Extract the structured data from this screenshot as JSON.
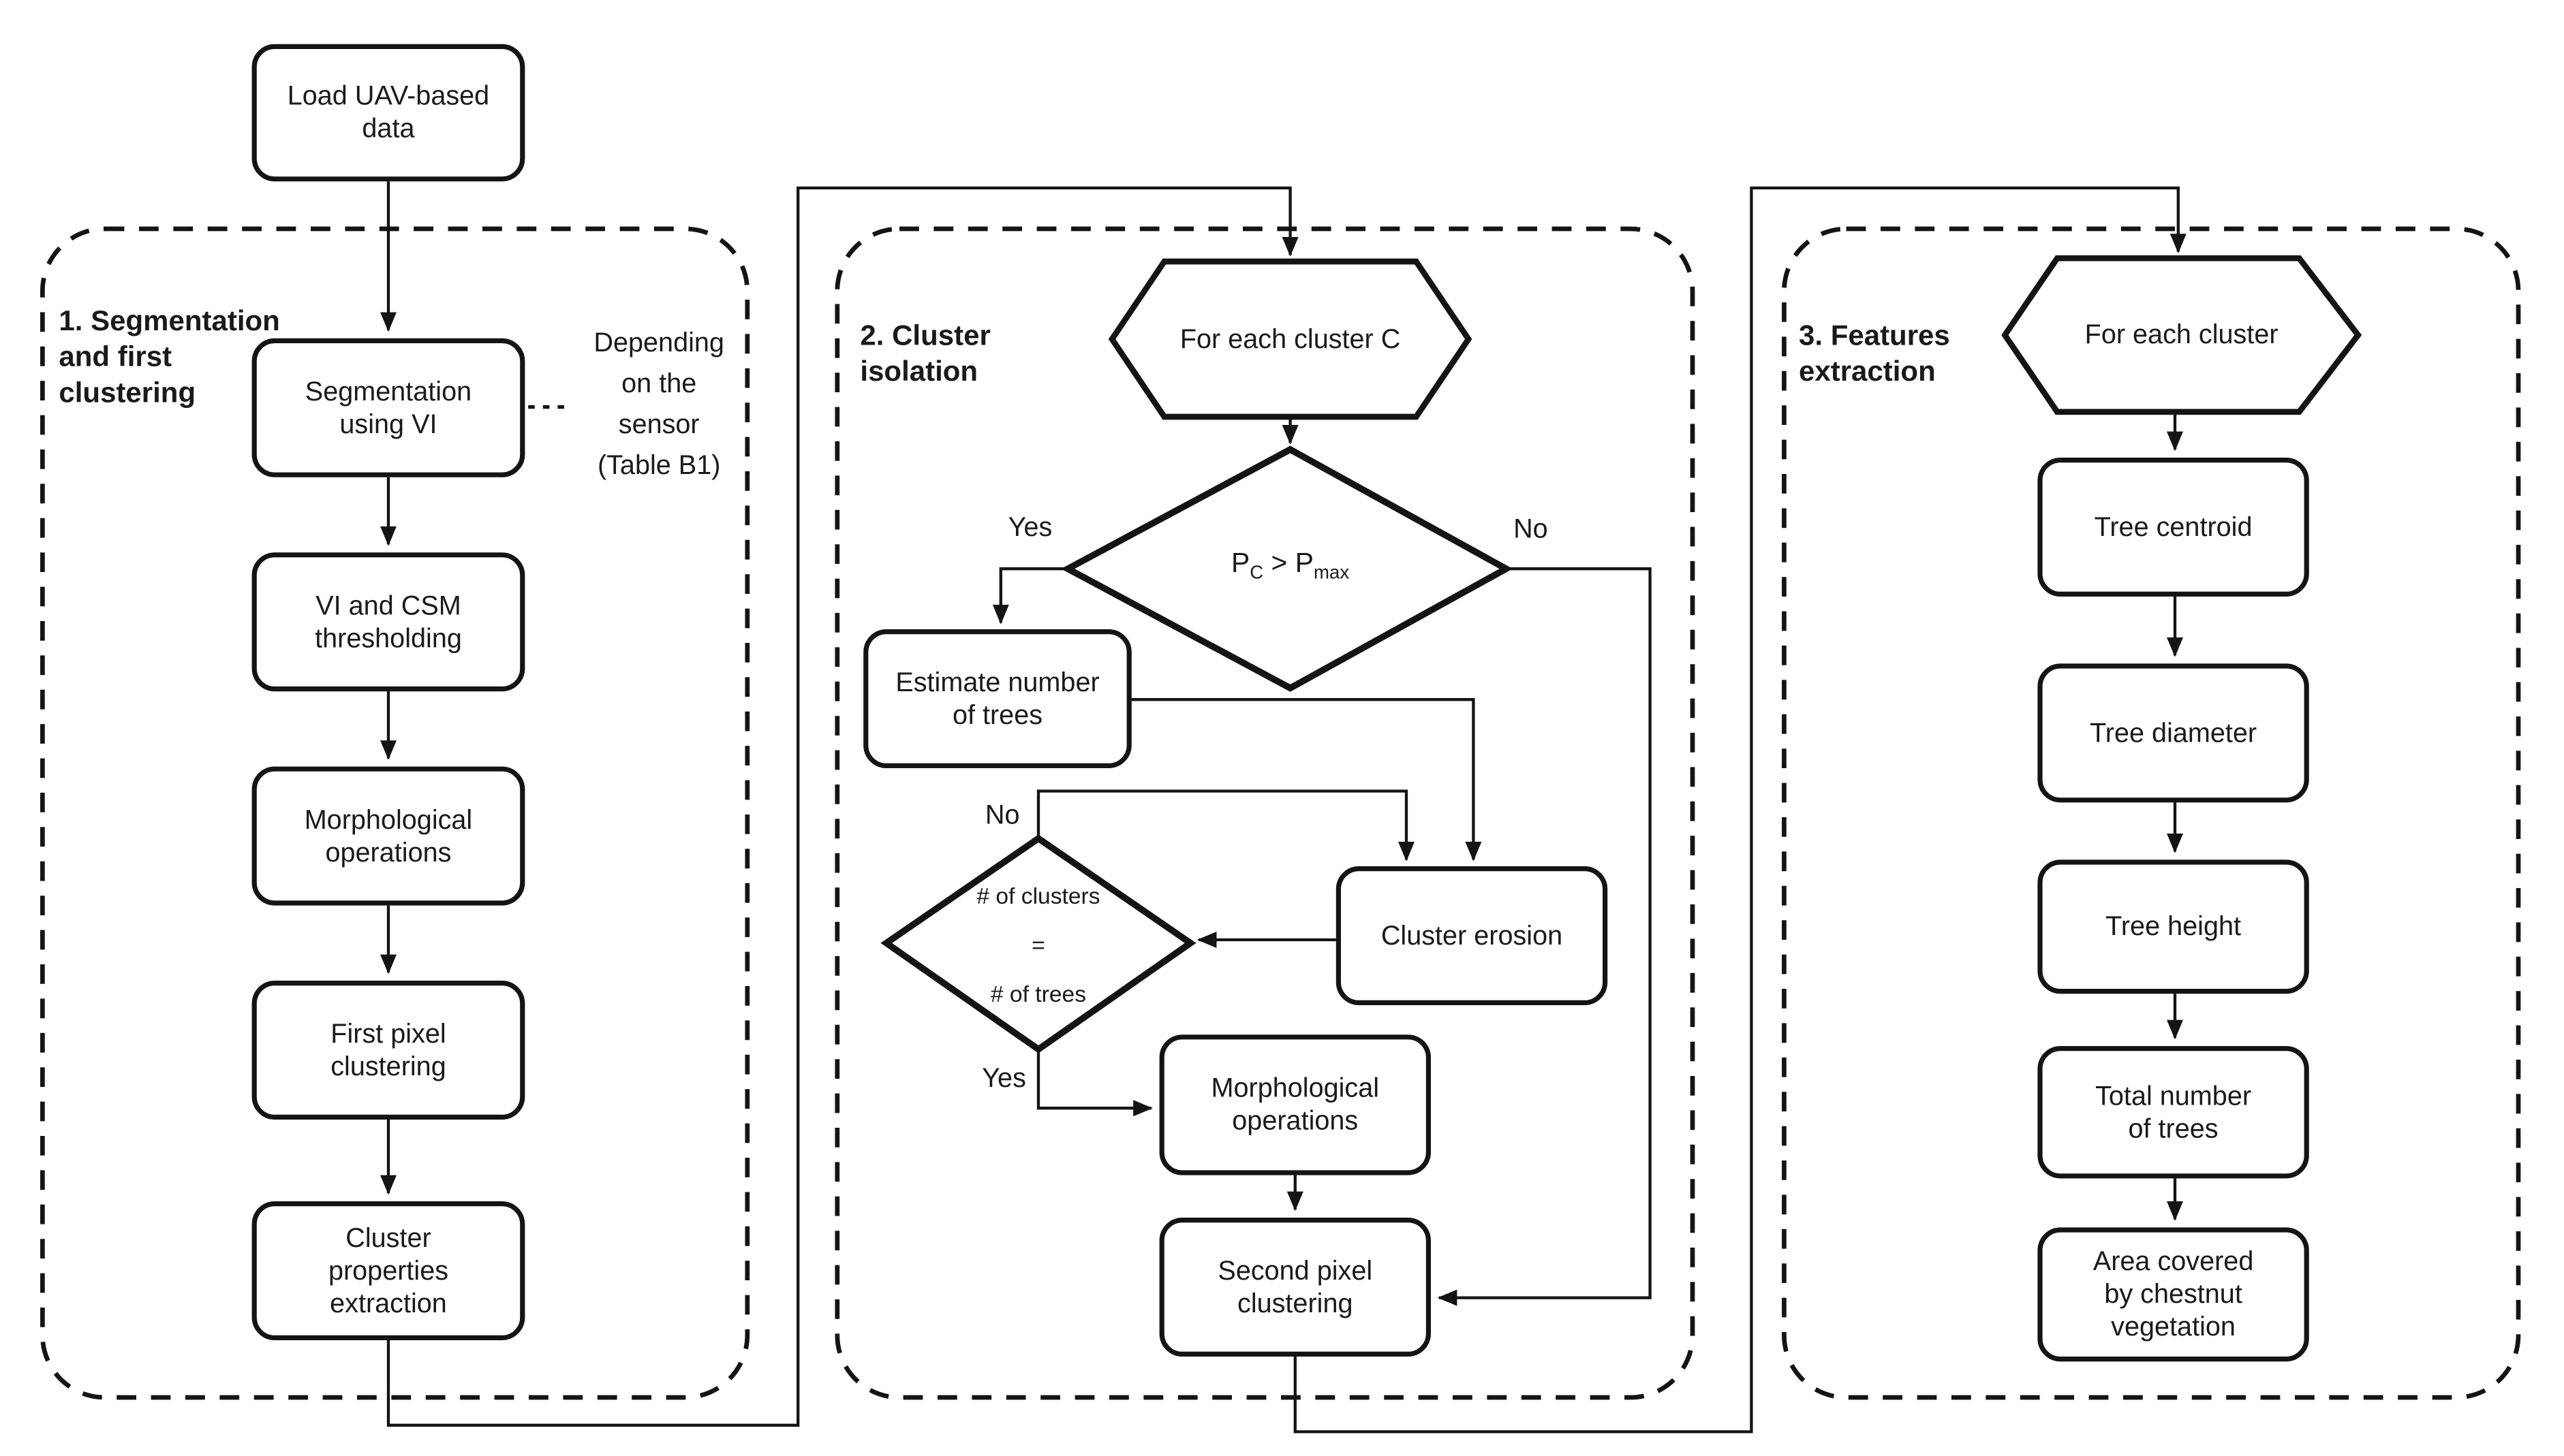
{
  "colors": {
    "line": "#1a1a1a",
    "background": "#ffffff"
  },
  "start_node": "Load UAV-based\ndata",
  "sections": {
    "s1": {
      "title": "1. Segmentation\nand first\nclustering",
      "note": "Depending\non the\nsensor\n(Table B1)",
      "nodes": {
        "segmentation": "Segmentation\nusing VI",
        "thresholding": "VI and CSM\nthresholding",
        "morphological": "Morphological\noperations",
        "first_clustering": "First pixel\nclustering",
        "cluster_properties": "Cluster\nproperties\nextraction"
      }
    },
    "s2": {
      "title": "2. Cluster\nisolation",
      "loop_label": "For each cluster C",
      "decision_size": {
        "base1": "P",
        "sub1": "C",
        "op": ">",
        "base2": "P",
        "sub2": "max"
      },
      "decision_size_yes": "Yes",
      "decision_size_no": "No",
      "decision_count": "# of clusters\n=\n# of trees",
      "decision_count_yes": "Yes",
      "decision_count_no": "No",
      "nodes": {
        "estimate": "Estimate number\nof trees",
        "erosion": "Cluster erosion",
        "morphological": "Morphological\noperations",
        "second_clustering": "Second pixel\nclustering"
      }
    },
    "s3": {
      "title": "3. Features\nextraction",
      "loop_label": "For each cluster",
      "nodes": {
        "centroid": "Tree centroid",
        "diameter": "Tree diameter",
        "height": "Tree height",
        "total": "Total number\nof trees",
        "area": "Area covered\nby chestnut\nvegetation"
      }
    }
  }
}
